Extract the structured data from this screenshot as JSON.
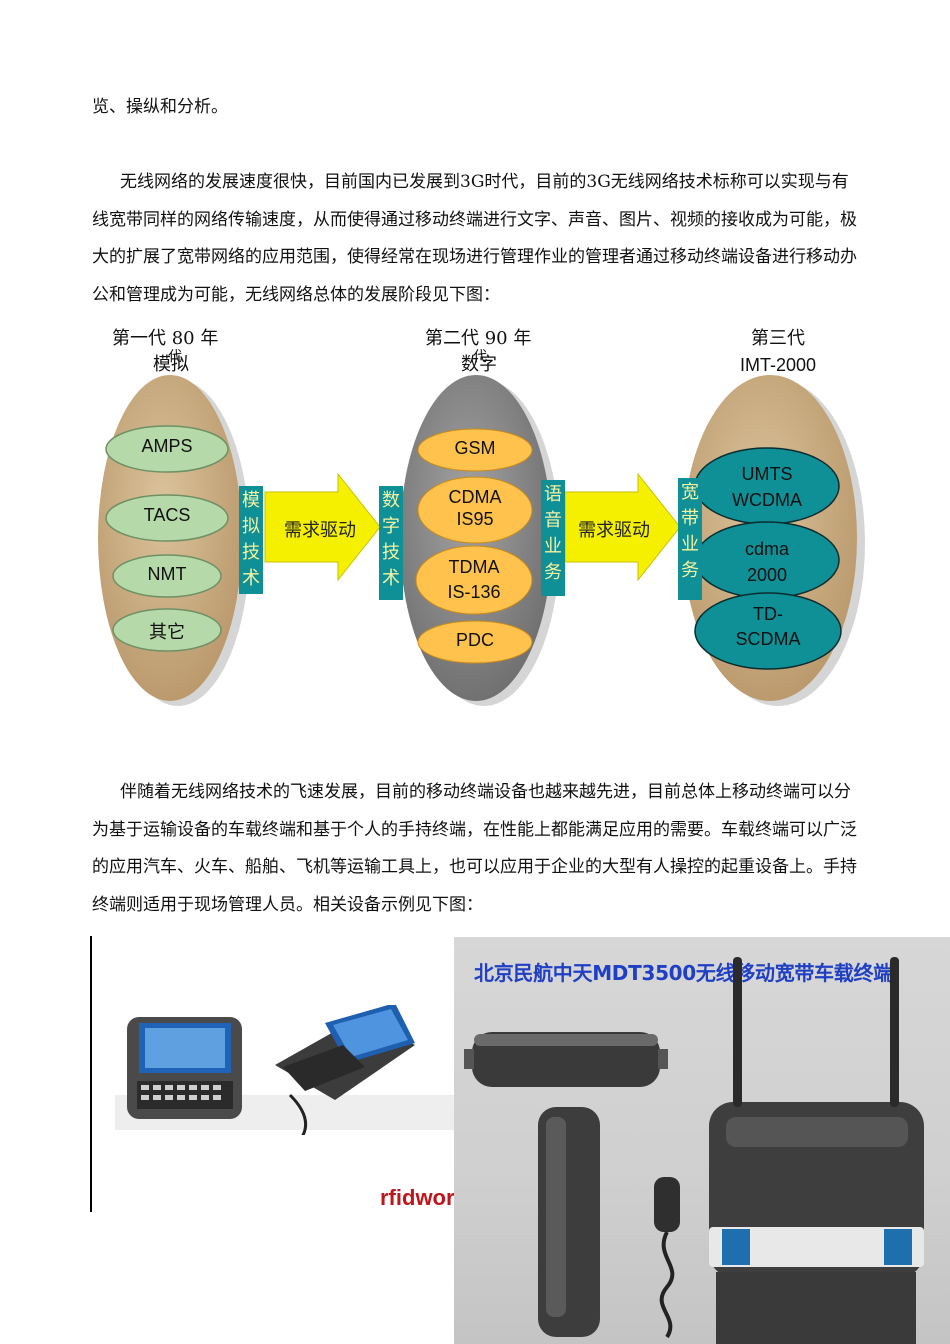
{
  "text": {
    "p0": "览、操纵和分析。",
    "p1": "无线网络的发展速度很快，目前国内已发展到3G时代，目前的3G无线网络技术标称可以实现与有线宽带同样的网络传输速度，从而使得通过移动终端进行文字、声音、图片、视频的接收成为可能，极大的扩展了宽带网络的应用范围，使得经常在现场进行管理作业的管理者通过移动终端设备进行移动办公和管理成为可能，无线网络总体的发展阶段见下图：",
    "p2": "伴随着无线网络技术的飞速发展，目前的移动终端设备也越来越先进，目前总体上移动终端可以分为基于运输设备的车载终端和基于个人的手持终端，在性能上都能满足应用的需要。车载终端可以广泛的应用汽车、火车、船舶、飞机等运输工具上，也可以应用于企业的大型有人操控的起重设备上。手持终端则适用于现场管理人员。相关设备示例见下图："
  },
  "diagram": {
    "gen1": {
      "line1": "第一代   80  年",
      "line1_overflow": "代",
      "line2": "模拟",
      "items": [
        "AMPS",
        "TACS",
        "NMT",
        "其它"
      ]
    },
    "gen2": {
      "line1": "第二代  90  年",
      "line1_overflow": "代",
      "line2": "数字",
      "items": [
        "GSM",
        "CDMA\nIS95",
        "TDMA\nIS-136",
        "PDC"
      ]
    },
    "gen3": {
      "line1": "第三代",
      "line2": "IMT-2000",
      "items": [
        "UMTS\nWCDMA",
        "cdma\n2000",
        "TD-\nSCDMA"
      ]
    },
    "bars": [
      "模\n拟\n技\n术",
      "数\n字\n技\n术",
      "语\n音\n业\n务",
      "宽\n带\n业\n务"
    ],
    "arrow_label": "需求驱动",
    "colors": {
      "tan": "#c8ab7f",
      "gray": "#8a8a8a",
      "teal": "#0f8f96",
      "pill_light": "#b0d8a0",
      "pill_orange": "#ffc14a",
      "arrow": "#f4f000"
    }
  },
  "photos": {
    "right_title": "北京民航中天MDT3500无线移动宽带车载终端",
    "watermark": "rfidwor"
  }
}
